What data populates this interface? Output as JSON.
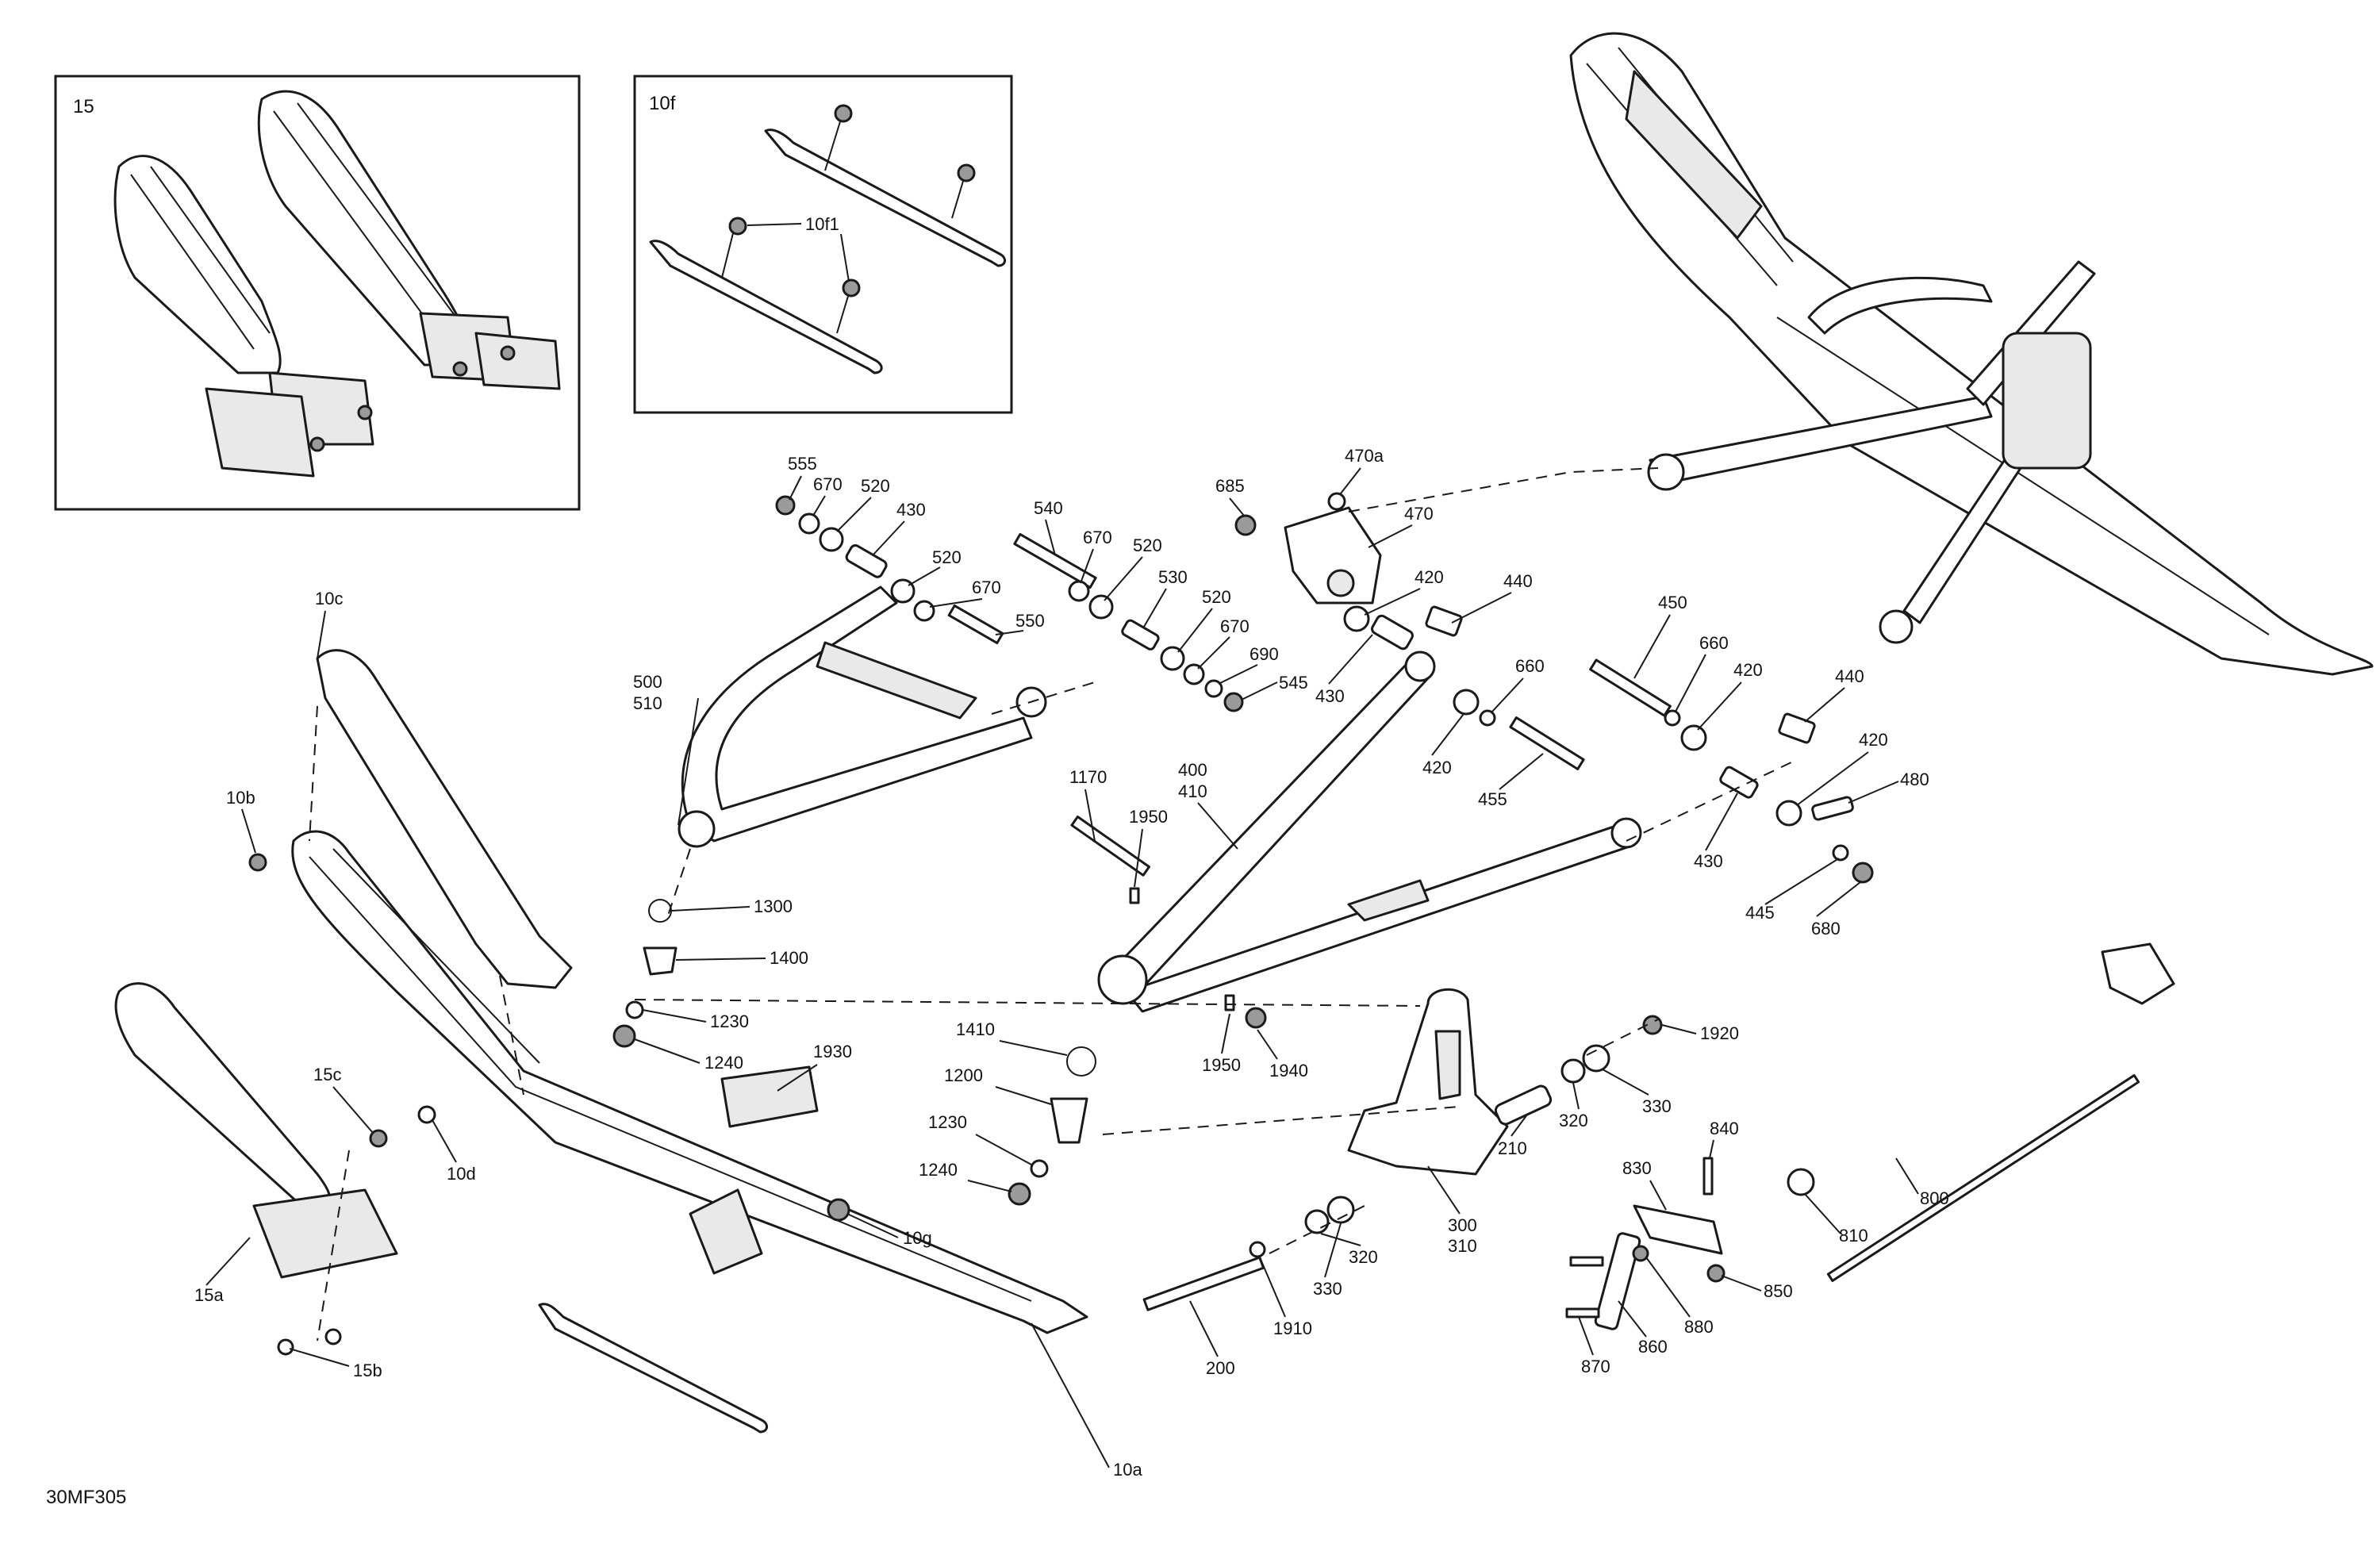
{
  "figure_id": "30MF305",
  "inset_15": {
    "label": "15"
  },
  "inset_10f": {
    "label": "10f",
    "callout": "10f1"
  },
  "callouts": {
    "c555": "555",
    "c670a": "670",
    "c520a": "520",
    "c430a": "430",
    "c520b": "520",
    "c670b": "670",
    "c550": "550",
    "c540": "540",
    "c670c": "670",
    "c520c": "520",
    "c530": "530",
    "c520d": "520",
    "c670d": "670",
    "c690": "690",
    "c545": "545",
    "c685": "685",
    "c470a": "470a",
    "c470": "470",
    "c420a": "420",
    "c440a": "440",
    "c430b": "430",
    "c420b": "420",
    "c660a": "660",
    "c455": "455",
    "c450": "450",
    "c660b": "660",
    "c420c": "420",
    "c440b": "440",
    "c420d": "420",
    "c480": "480",
    "c430c": "430",
    "c445": "445",
    "c680": "680",
    "c500": "500",
    "c510": "510",
    "c1300": "1300",
    "c1400": "1400",
    "c1230a": "1230",
    "c1240a": "1240",
    "c1930": "1930",
    "c10c": "10c",
    "c10b": "10b",
    "c15c": "15c",
    "c10d": "10d",
    "c10g": "10g",
    "c15a": "15a",
    "c15b": "15b",
    "c10a": "10a",
    "c1170": "1170",
    "c1950a": "1950",
    "c400": "400",
    "c410": "410",
    "c1410": "1410",
    "c1200": "1200",
    "c1230b": "1230",
    "c1240b": "1240",
    "c1950b": "1950",
    "c1940": "1940",
    "c1920": "1920",
    "c320a": "320",
    "c330a": "330",
    "c210": "210",
    "c300": "300",
    "c310": "310",
    "c320b": "320",
    "c330b": "330",
    "c1910": "1910",
    "c200": "200",
    "c840": "840",
    "c830": "830",
    "c850": "850",
    "c880": "880",
    "c860": "860",
    "c870": "870",
    "c810": "810",
    "c800": "800"
  }
}
